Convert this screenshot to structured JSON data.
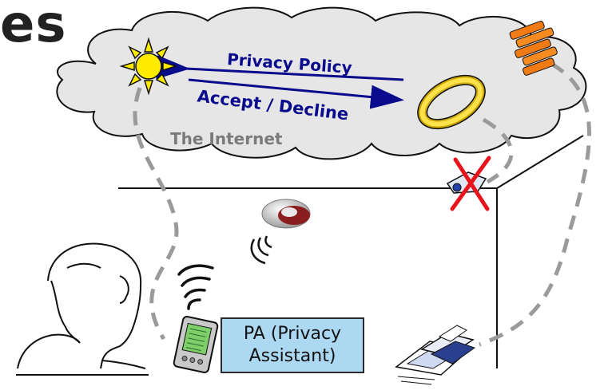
{
  "title_fragment": "es",
  "cloud": {
    "arrow_top_label": "Privacy Policy",
    "arrow_bottom_label": "Accept / Decline",
    "internet_label": "The Internet"
  },
  "pa_box": {
    "line1": "PA (Privacy",
    "line2": "Assistant)"
  },
  "icons": [
    "sun-icon",
    "halo-ring-icon",
    "orange-service-icon",
    "camera-icon",
    "cross-out-icon",
    "smoke-detector-icon",
    "wireless-signal-icon",
    "pda-icon",
    "printer-icon",
    "person-icon"
  ],
  "colors": {
    "arrow_text": "#0a0a8c",
    "internet_text": "#7a7a7a",
    "cloud_fill": "#e6e6e6",
    "pa_box_fill": "#add8f2",
    "cross": "#e8141c",
    "dashed": "#9a9a9a"
  }
}
